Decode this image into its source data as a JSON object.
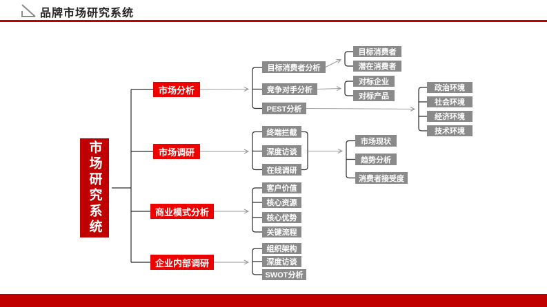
{
  "header": {
    "title": "品牌市场研究系统",
    "icon": "corner-diagonal-icon"
  },
  "colors": {
    "accent_dark_red": "#C00000",
    "branch_red": "#EE0000",
    "node_gray": "#8A8A8A",
    "connector_black": "#2B2B2B",
    "arrow_gray": "#9A9A9A"
  },
  "tree": {
    "root": {
      "label": "市场研究系统"
    },
    "branches": [
      {
        "label": "市场分析",
        "children": [
          {
            "label": "目标消费者分析",
            "children": [
              {
                "label": "目标消费者"
              },
              {
                "label": "潜在消费者"
              }
            ]
          },
          {
            "label": "竞争对手分析",
            "children": [
              {
                "label": "对标企业"
              },
              {
                "label": "对标产品"
              }
            ]
          },
          {
            "label": "PEST分析",
            "children": [
              {
                "label": "政治环境"
              },
              {
                "label": "社会环境"
              },
              {
                "label": "经济环境"
              },
              {
                "label": "技术环境"
              }
            ]
          }
        ]
      },
      {
        "label": "市场调研",
        "children": [
          {
            "label": "终端拦截"
          },
          {
            "label": "深度访谈"
          },
          {
            "label": "在线调研"
          }
        ],
        "grandchildren": [
          {
            "label": "市场现状"
          },
          {
            "label": "趋势分析"
          },
          {
            "label": "消费者接受度"
          }
        ]
      },
      {
        "label": "商业模式分析",
        "children": [
          {
            "label": "客户价值"
          },
          {
            "label": "核心资源"
          },
          {
            "label": "核心优势"
          },
          {
            "label": "关键流程"
          }
        ]
      },
      {
        "label": "企业内部调研",
        "children": [
          {
            "label": "组织架构"
          },
          {
            "label": "深度访谈"
          },
          {
            "label": "SWOT分析"
          }
        ]
      }
    ]
  }
}
